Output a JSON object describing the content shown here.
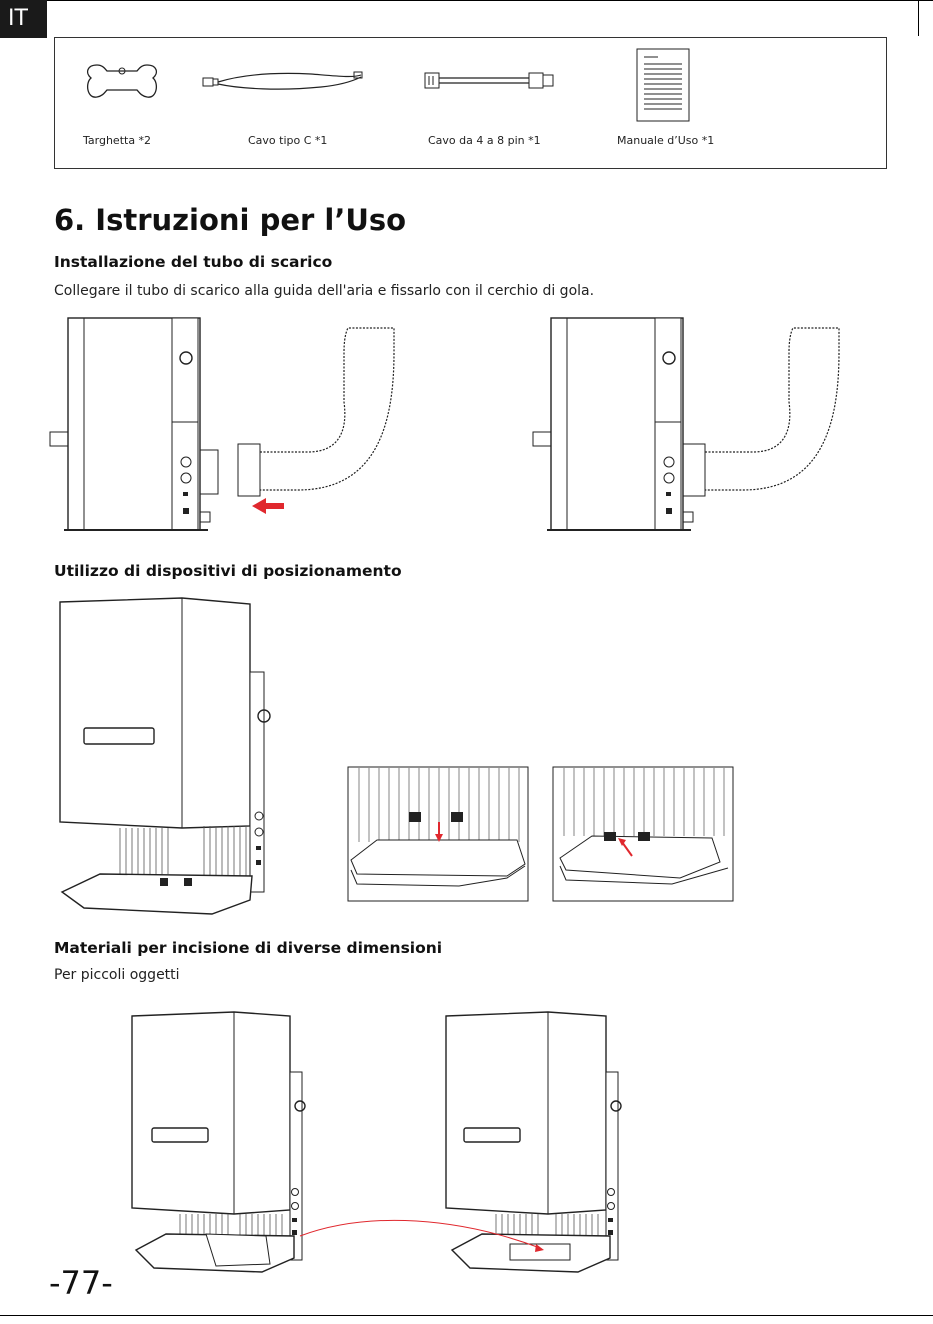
{
  "lang_tab": "IT",
  "accessories": [
    {
      "label": "Targhetta *2",
      "icon": "bone-tag-icon"
    },
    {
      "label": "Cavo tipo C *1",
      "icon": "usb-c-cable-icon"
    },
    {
      "label": "Cavo da 4 a 8 pin *1",
      "icon": "pin-cable-icon"
    },
    {
      "label": "Manuale d’Uso *1",
      "icon": "manual-icon"
    }
  ],
  "section": {
    "title": "6. Istruzioni per l’Uso",
    "sub1": {
      "heading": "Installazione del tubo di scarico",
      "text": "Collegare il tubo di scarico alla guida dell'aria e fissarlo con il cerchio di gola."
    },
    "sub2": {
      "heading": "Utilizzo di dispositivi di posizionamento"
    },
    "sub3": {
      "heading": "Materiali per incisione di diverse dimensioni",
      "text": "Per piccoli oggetti"
    }
  },
  "colors": {
    "accent_arrow": "#e0282e",
    "line": "#1a1a1a"
  },
  "page_number": "-77-"
}
